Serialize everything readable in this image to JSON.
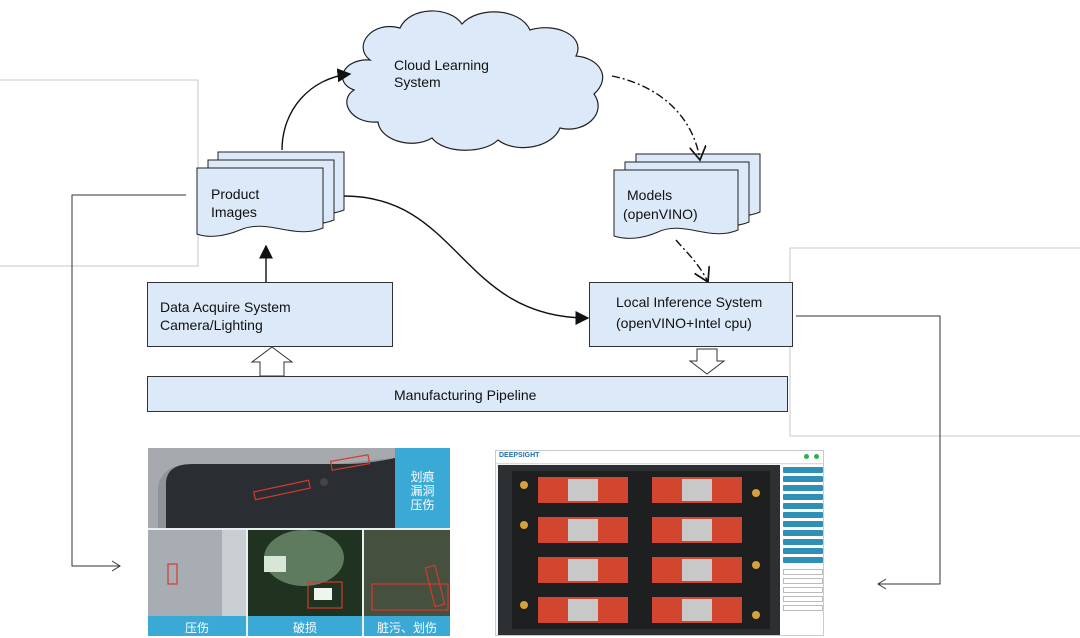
{
  "nodes": {
    "cloud": {
      "line1": "Cloud Learning",
      "line2": "System"
    },
    "product": {
      "line1": "Product",
      "line2": "Images"
    },
    "models": {
      "line1": "Models",
      "line2": "(openVINO)"
    },
    "acquire": {
      "line1": "Data Acquire System",
      "line2": "Camera/Lighting"
    },
    "inference": {
      "line1": "Local Inference System",
      "line2": "(openVINO+Intel cpu)"
    },
    "pipeline": {
      "label": "Manufacturing Pipeline"
    }
  },
  "defect_panel": {
    "tag_main": "划痕\n漏洞\n压伤",
    "tag_1": "压伤",
    "tag_2": "破损",
    "tag_3": "脏污、划伤"
  },
  "hud": {
    "brand": "DEEPSIGHT"
  },
  "colors": {
    "box_fill": "#dce9f8",
    "tag_fill": "#3aa9d6",
    "defect_box": "#d33a2c",
    "pcb_red": "#d2452e"
  }
}
